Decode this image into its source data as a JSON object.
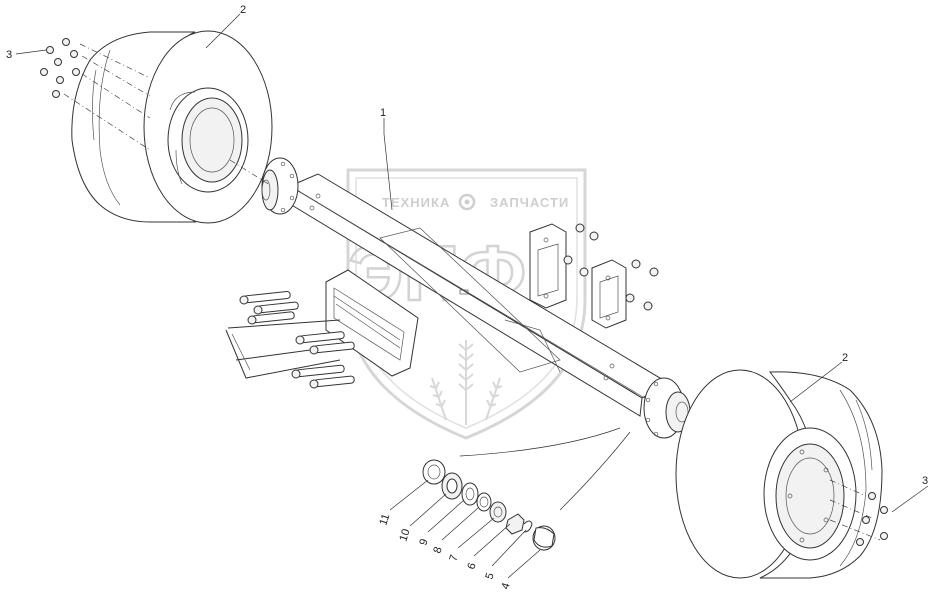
{
  "watermark": {
    "left_word": "ТЕХНИКА",
    "right_word": "ЗАПЧАСТИ",
    "monogram": "ЭПФ"
  },
  "callouts": {
    "c1": "1",
    "c2_top": "2",
    "c2_bottom": "2",
    "c3_left": "3",
    "c3_right": "3",
    "c4": "4",
    "c5": "5",
    "c6": "6",
    "c7": "7",
    "c8": "8",
    "c9": "9",
    "c10": "10",
    "c11": "11"
  }
}
